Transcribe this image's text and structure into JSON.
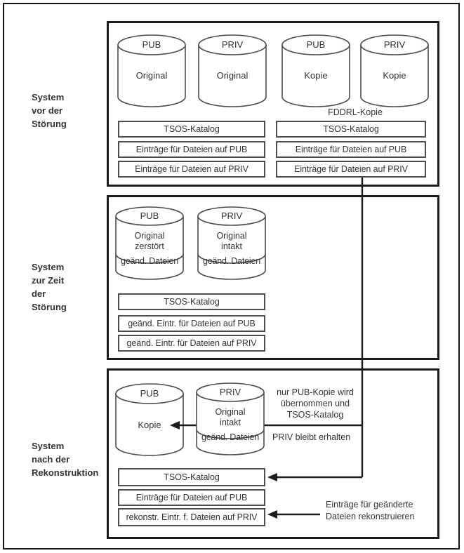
{
  "colors": {
    "frame": "#1a1a1a",
    "box_border": "#4d4d4d",
    "connector": "#1c1c1c",
    "text": "#333333",
    "background": "#ffffff"
  },
  "side_labels": {
    "before": [
      "System",
      "vor der",
      "Störung"
    ],
    "during": [
      "System",
      "zur Zeit",
      "der",
      "Störung"
    ],
    "after": [
      "System",
      "nach der",
      "Rekonstruktion"
    ]
  },
  "section_before": {
    "cylinders": [
      {
        "title": "PUB",
        "body": "Original"
      },
      {
        "title": "PRIV",
        "body": "Original"
      },
      {
        "title": "PUB",
        "body": "Kopie"
      },
      {
        "title": "PRIV",
        "body": "Kopie"
      }
    ],
    "fddrl_caption": "FDDRL-Kopie",
    "left_boxes": [
      "TSOS-Katalog",
      "Einträge für Dateien auf PUB",
      "Einträge für Dateien auf PRIV"
    ],
    "right_boxes": [
      "TSOS-Katalog",
      "Einträge für Dateien auf PUB",
      "Einträge für Dateien auf PRIV"
    ]
  },
  "section_during": {
    "cylinders": [
      {
        "title": "PUB",
        "line1": "Original",
        "line2": "zerstört",
        "band": "geänd. Dateien"
      },
      {
        "title": "PRIV",
        "line1": "Original",
        "line2": "intakt",
        "band": "geänd. Dateien"
      }
    ],
    "boxes": [
      "TSOS-Katalog",
      "geänd. Eintr. für Dateien auf PUB",
      "geänd. Eintr. für Dateien auf PRIV"
    ]
  },
  "section_after": {
    "pub_cylinder": {
      "title": "PUB",
      "body": "Kopie"
    },
    "priv_cylinder": {
      "title": "PRIV",
      "line1": "Original",
      "line2": "intakt",
      "band": "geänd. Dateien"
    },
    "notes": {
      "takeover": [
        "nur PUB-Kopie wird",
        "übernommen und",
        "TSOS-Katalog"
      ],
      "priv_kept": "PRIV bleibt erhalten",
      "reconstruct": [
        "Einträge für geänderte",
        "Dateien rekonstruieren"
      ]
    },
    "boxes": [
      "TSOS-Katalog",
      "Einträge für Dateien auf PUB",
      "rekonstr. Eintr. f. Dateien auf PRIV"
    ]
  }
}
